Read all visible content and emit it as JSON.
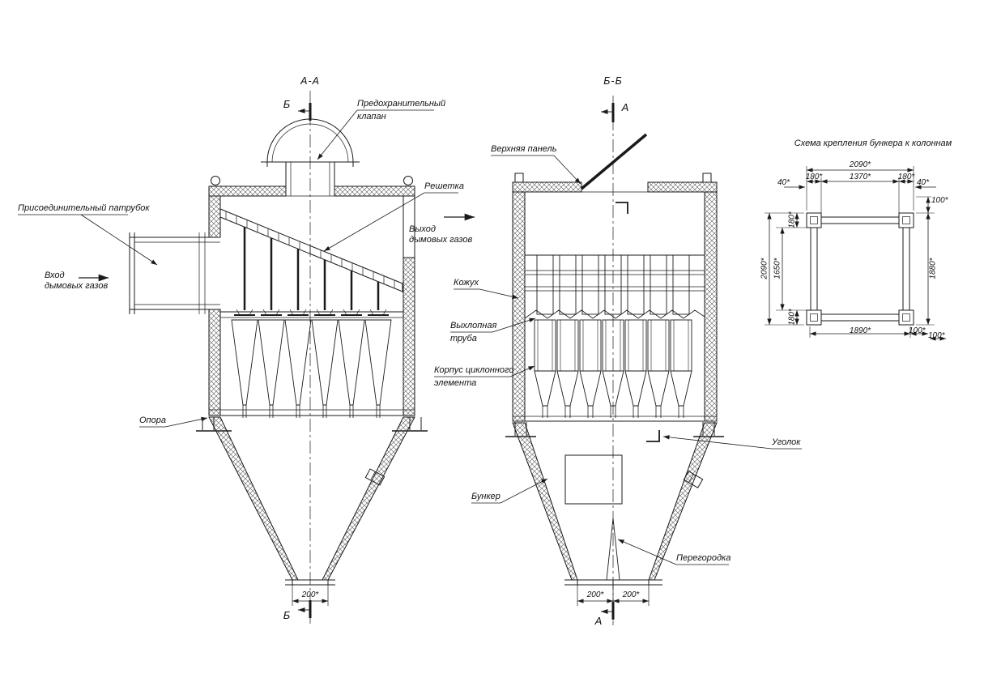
{
  "view_aa": {
    "title": "А-А",
    "section_marker": "Б",
    "labels": {
      "safety_valve_line1": "Предохранительный",
      "safety_valve_line2": "клапан",
      "grate": "Решетка",
      "connection_pipe": "Присоединительный патрубок",
      "inlet_line1": "Вход",
      "inlet_line2": "дымовых газов",
      "outlet_line1": "Выход",
      "outlet_line2": "дымовых газов",
      "support": "Опора"
    },
    "dimensions": {
      "outlet_width": "200*"
    }
  },
  "view_bb": {
    "title": "Б-Б",
    "section_marker": "А",
    "labels": {
      "top_panel": "Верхняя панель",
      "casing": "Кожух",
      "exhaust_pipe_line1": "Выхлопная",
      "exhaust_pipe_line2": "труба",
      "cyclone_body_line1": "Корпус циклонного",
      "cyclone_body_line2": "элемента",
      "angle": "Уголок",
      "hopper": "Бункер",
      "partition": "Перегородка"
    },
    "dimensions": {
      "outlet_left": "200*",
      "outlet_right": "200*"
    }
  },
  "scheme": {
    "title": "Схема крепления бункера к колоннам",
    "dimensions": {
      "top_overall": "2090*",
      "top_left_seg": "180*",
      "top_mid_seg": "1370*",
      "top_right_seg": "180*",
      "offset_left": "40*",
      "offset_right": "40*",
      "right_top": "100*",
      "left_seg_top": "180*",
      "left_overall": "2090*",
      "left_inner": "1650*",
      "left_seg_bottom": "180*",
      "right_overall": "1880*",
      "bottom_overall": "1890*",
      "bottom_right_1": "100*",
      "bottom_right_2": "100*"
    }
  }
}
